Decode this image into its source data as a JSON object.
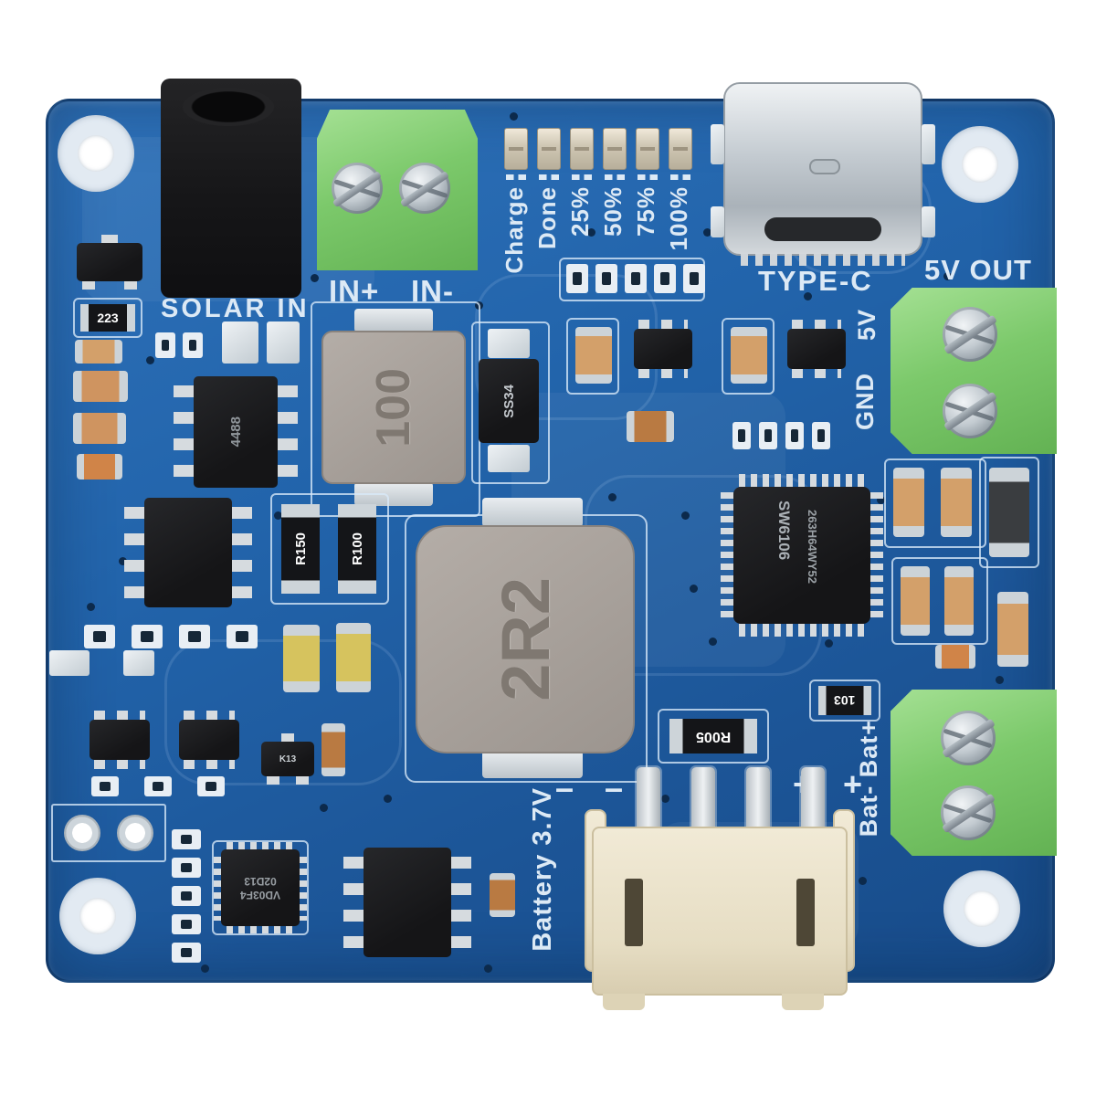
{
  "silk": {
    "solar_in": "SOLAR IN",
    "in_plus": "IN+",
    "in_minus": "IN-",
    "type_c": "TYPE-C",
    "out5v": "5V OUT",
    "v5": "5V",
    "gnd": "GND",
    "bat": "Bat- Bat+",
    "battery": "Battery 3.7V",
    "minus_marks": "– –",
    "plus_marks": "+ +",
    "led_labels": [
      "Charge",
      "Done",
      "25%",
      "50%",
      "75%",
      "100%"
    ]
  },
  "parts": {
    "l100": "100",
    "l2r2": "2R2",
    "ss34": "SS34",
    "sw6106": "SW6106",
    "sw6106_sub": "263H64WY52",
    "r150": "R150",
    "r100": "R100",
    "r005": "R005",
    "r103": "103",
    "r223": "223",
    "u4488": "4488",
    "qfn1": "VD03F4",
    "qfn2": "02D13",
    "k13": "K13"
  },
  "colors": {
    "board_blue": "#2264ab",
    "board_blue_dark": "#174b89",
    "silkscreen": "#dce9f5",
    "terminal_green": "#7cc96b",
    "inductor_gray": "#a7a19b",
    "connector_beige": "#e9e1c9",
    "metal_silver": "#cfd4d8",
    "capacitor_tan": "#d39a62"
  }
}
